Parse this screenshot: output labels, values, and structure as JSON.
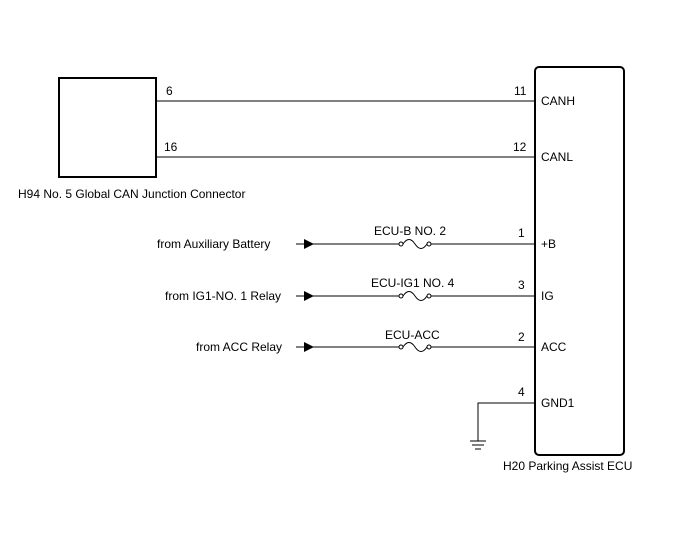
{
  "left_connector": {
    "label": "H94  No. 5 Global CAN Junction Connector",
    "pins": {
      "top": "6",
      "bottom": "16"
    }
  },
  "ecu": {
    "label": "H20  Parking Assist ECU",
    "terminals": [
      {
        "pin": "11",
        "name": "CANH"
      },
      {
        "pin": "12",
        "name": "CANL"
      },
      {
        "pin": "1",
        "name": "+B"
      },
      {
        "pin": "3",
        "name": "IG"
      },
      {
        "pin": "2",
        "name": "ACC"
      },
      {
        "pin": "4",
        "name": "GND1"
      }
    ]
  },
  "power_feeds": [
    {
      "source": "from Auxiliary Battery",
      "fuse": "ECU-B NO. 2"
    },
    {
      "source": "from IG1-NO. 1 Relay",
      "fuse": "ECU-IG1 NO. 4"
    },
    {
      "source": "from ACC Relay",
      "fuse": "ECU-ACC"
    }
  ]
}
